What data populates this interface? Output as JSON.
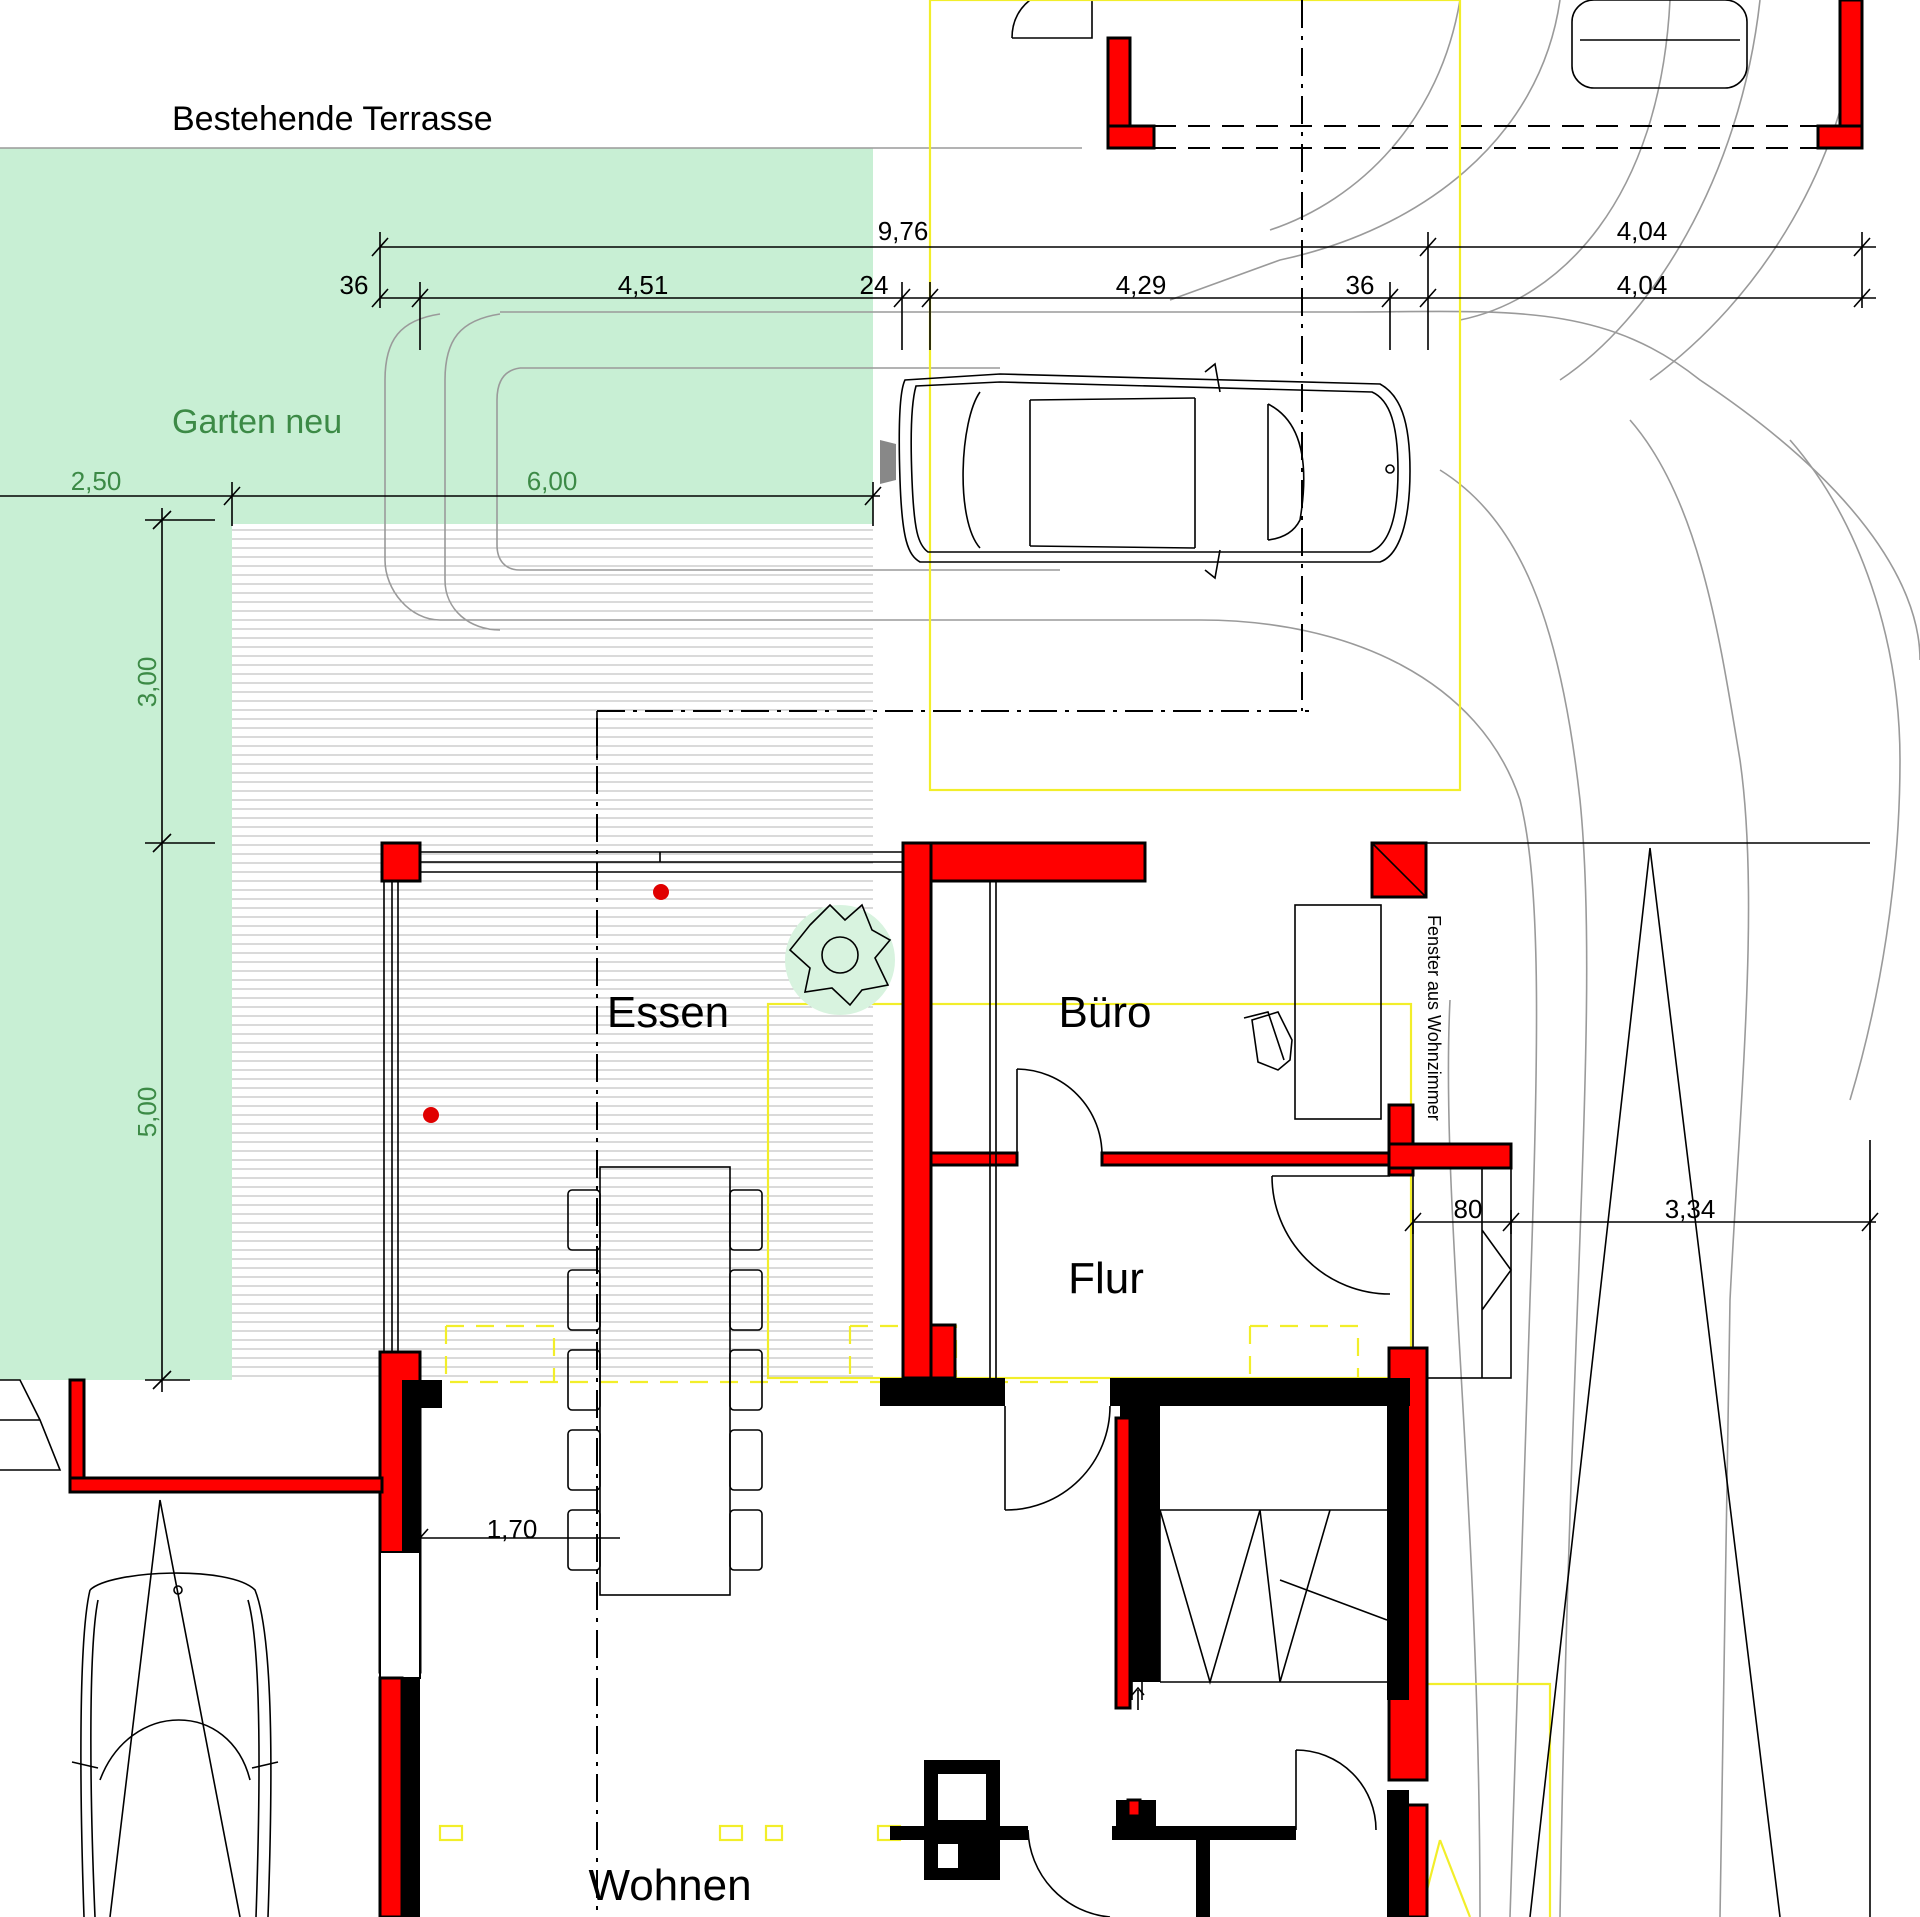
{
  "labels": {
    "existing_terrace": "Bestehende Terrasse",
    "garden_new": "Garten neu",
    "room_essen": "Essen",
    "room_buero": "Büro",
    "room_flur": "Flur",
    "room_wohnen": "Wohnen",
    "window_note": "Fenster aus Wohnzimmer"
  },
  "dimensions": {
    "top_total": "9,76",
    "top_right_1": "4,04",
    "top_right_2": "4,04",
    "seg_36_left": "36",
    "seg_451": "4,51",
    "seg_24": "24",
    "seg_429": "4,29",
    "seg_36_right": "36",
    "garden_250": "2,50",
    "garden_600": "6,00",
    "vert_300": "3,00",
    "vert_500": "5,00",
    "side_80": "80",
    "side_334": "3,34",
    "table_170": "1,70"
  },
  "colors": {
    "wall_red": "#ff0000",
    "garden_green": "#c8efd4",
    "green_text": "#3c8a46",
    "outline_yellow": "#f2ee2a",
    "track_grey": "#9a9a9a"
  }
}
